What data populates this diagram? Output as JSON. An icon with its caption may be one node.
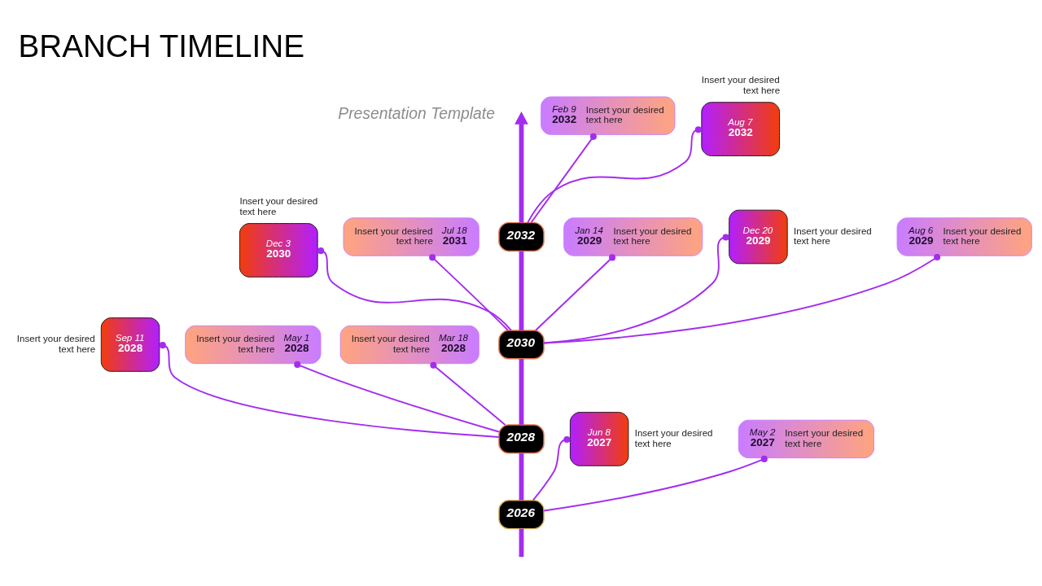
{
  "diagram": {
    "title": "BRANCH TIMELINE",
    "nodes": [
      {
        "text": [
          "Feb 9",
          "2032",
          "Insert your desired text here"
        ]
      },
      {
        "text": [
          "Aug 7",
          "2032"
        ],
        "beside": [
          "Insert your desired text here"
        ]
      },
      {
        "text": [
          "Insert your desired text here",
          "Jul 18",
          "2031"
        ]
      },
      {
        "text": [
          "2032"
        ]
      },
      {
        "text": [
          "Dec 3",
          "2030"
        ],
        "beside": [
          "Insert your desired text here"
        ]
      },
      {
        "text": [
          "Jan 14",
          "2029",
          "Insert your desired text here"
        ]
      },
      {
        "text": [
          "2030"
        ]
      },
      {
        "text": [
          "Insert your desired text here",
          "May 1",
          "2028"
        ]
      },
      {
        "text": [
          "Dec 20",
          "2029"
        ],
        "beside": [
          "Insert your desired text here"
        ]
      },
      {
        "text": [
          "Sep 11",
          "2028"
        ],
        "beside": [
          "Insert your desired text here"
        ]
      },
      {
        "text": [
          "Aug 6",
          "2029",
          "Insert your desired text here"
        ]
      },
      {
        "text": [
          "2028"
        ]
      },
      {
        "text": [
          "Insert your desired text here",
          "Mar 18",
          "2028"
        ]
      },
      {
        "text": [
          "Jun 8",
          "2027"
        ],
        "beside": [
          "Insert your desired text here"
        ]
      },
      {
        "text": [
          "2026"
        ]
      },
      {
        "text": [
          "May 2",
          "2027",
          "Insert your desired text here"
        ]
      }
    ],
    "edges": [
      {
        "from": null,
        "to": 14,
        "arrow": "none",
        "style": "thick"
      },
      {
        "from": 14,
        "to": 11,
        "arrow": "none",
        "style": "thick"
      },
      {
        "from": 14,
        "to": 13,
        "arrow": "other"
      },
      {
        "from": 14,
        "to": 15,
        "arrow": "other"
      },
      {
        "from": 11,
        "to": 9,
        "arrow": "other"
      },
      {
        "from": 11,
        "to": 7,
        "arrow": "other"
      },
      {
        "from": 11,
        "to": 12,
        "arrow": "other"
      },
      {
        "from": 11,
        "to": 6,
        "arrow": "none",
        "style": "thick"
      },
      {
        "from": 6,
        "to": 4,
        "arrow": "other"
      },
      {
        "from": 6,
        "to": 2,
        "arrow": "other"
      },
      {
        "from": 6,
        "to": 3,
        "arrow": "none",
        "style": "thick"
      },
      {
        "from": 6,
        "to": 5,
        "arrow": "other"
      },
      {
        "from": 6,
        "to": 8,
        "arrow": "other"
      },
      {
        "from": 6,
        "to": 10,
        "arrow": "other"
      },
      {
        "from": 3,
        "to": null,
        "arrow": "to",
        "style": "thick"
      },
      {
        "from": 3,
        "to": 0,
        "arrow": "other"
      },
      {
        "from": 3,
        "to": 1,
        "arrow": "other"
      }
    ],
    "labels": [
      "Presentation Template"
    ]
  }
}
